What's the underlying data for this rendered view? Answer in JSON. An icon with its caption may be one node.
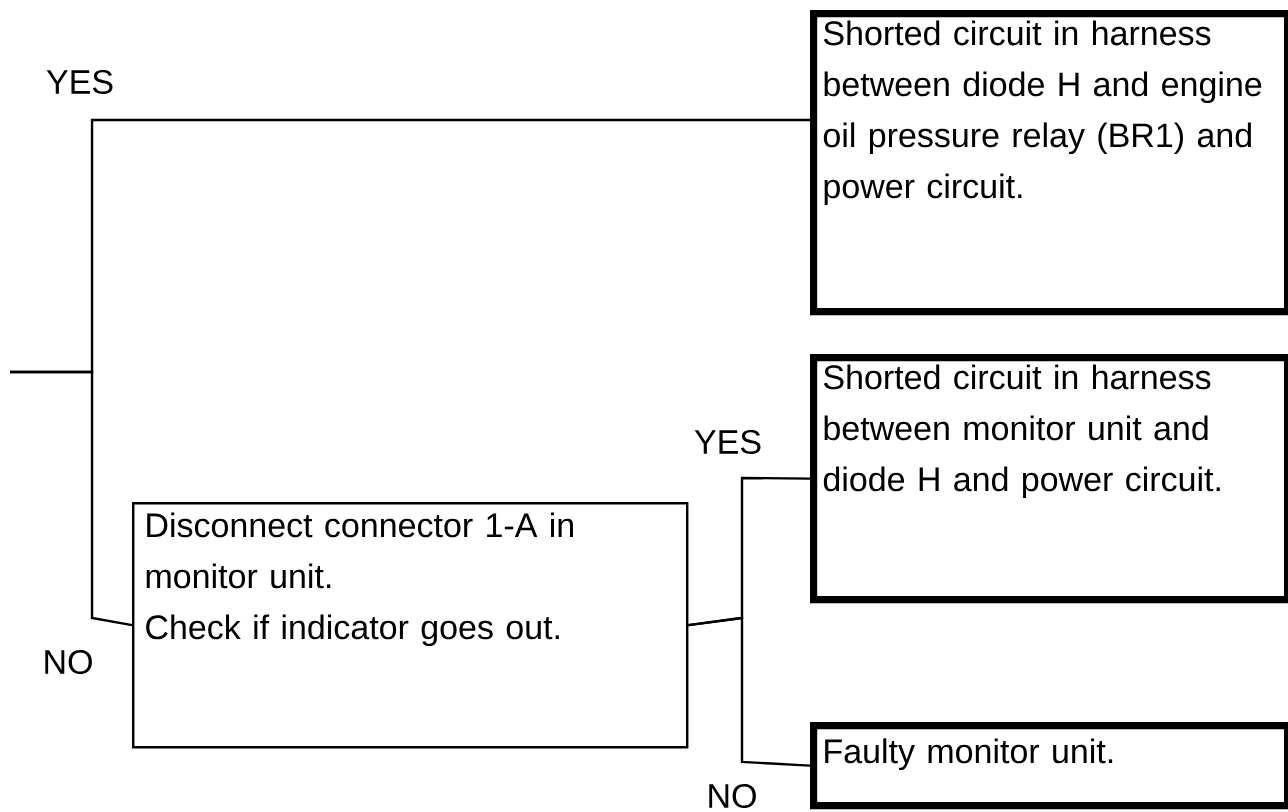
{
  "diagram": {
    "nodes": [
      {
        "text": [
          "Shorted circuit in harness between diode H and engine oil pressure relay (BR1) and power circuit."
        ]
      },
      {
        "text": [
          "Disconnect connector 1-A in monitor unit.",
          "Check if indicator goes out."
        ]
      },
      {
        "text": [
          "Shorted circuit in harness between monitor unit and diode H and power circuit."
        ]
      },
      {
        "text": [
          "Faulty monitor unit."
        ]
      }
    ],
    "edges": [
      {
        "from": null,
        "to": 0,
        "arrow": "none",
        "label": "YES"
      },
      {
        "from": null,
        "to": 1,
        "arrow": "none",
        "label": "NO"
      },
      {
        "from": 1,
        "to": 2,
        "arrow": "none",
        "label": "YES"
      },
      {
        "from": 1,
        "to": 3,
        "arrow": "none",
        "label": "NO"
      }
    ]
  }
}
